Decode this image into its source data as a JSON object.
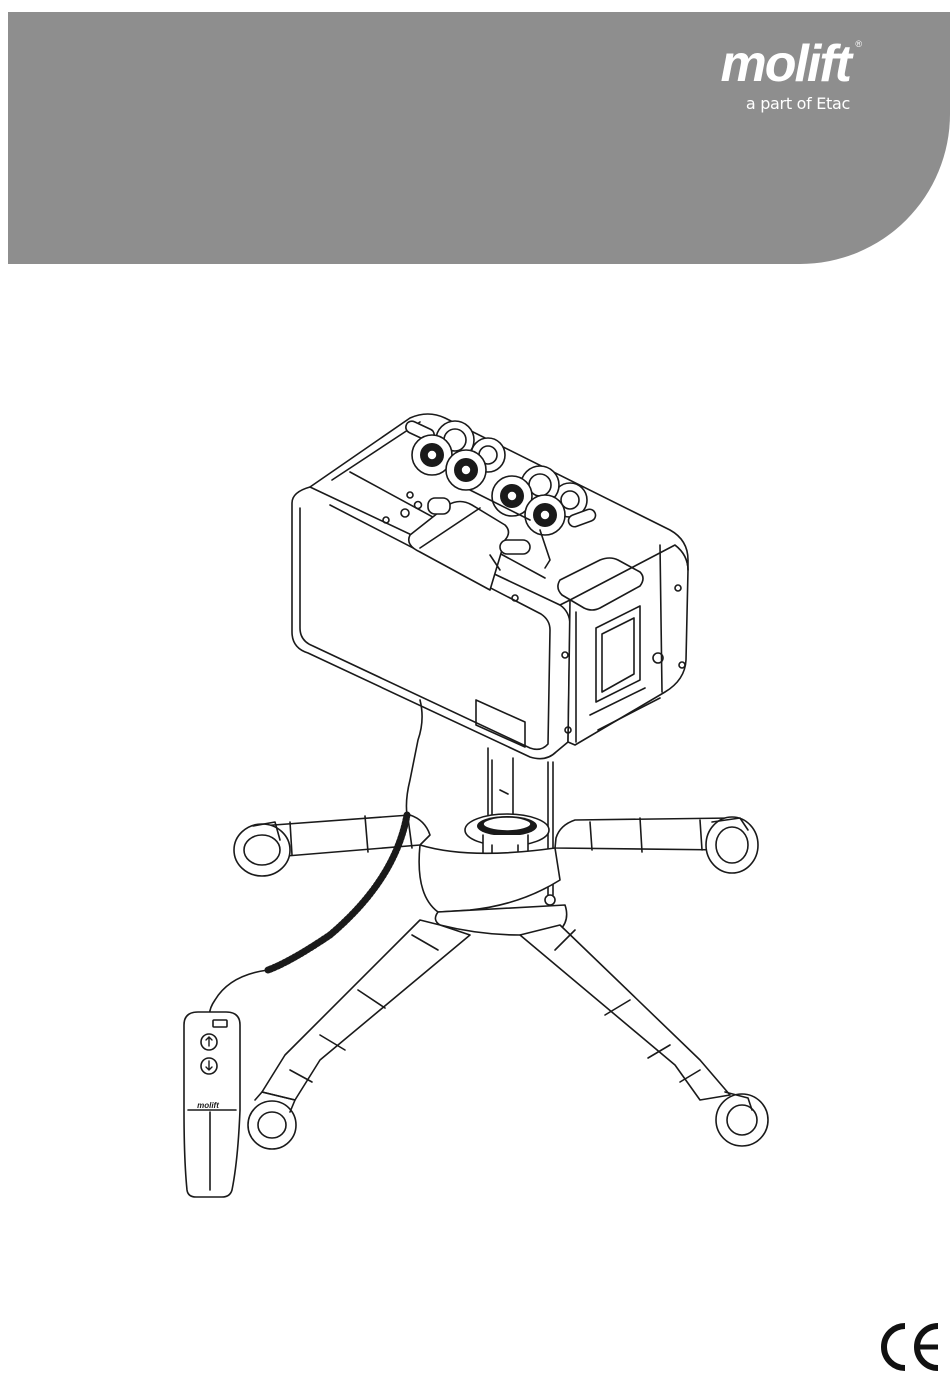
{
  "brand": {
    "name": "molift",
    "registered": "®",
    "tagline": "a part of Etac"
  },
  "remote": {
    "brand": "molift"
  },
  "colors": {
    "header_band": "#8e8e8e",
    "brand_text": "#ffffff",
    "line_art": "#1a1a1a"
  },
  "icons": {
    "certification": "ce-mark-icon",
    "up_button": "arrow-up-icon",
    "down_button": "arrow-down-icon"
  }
}
